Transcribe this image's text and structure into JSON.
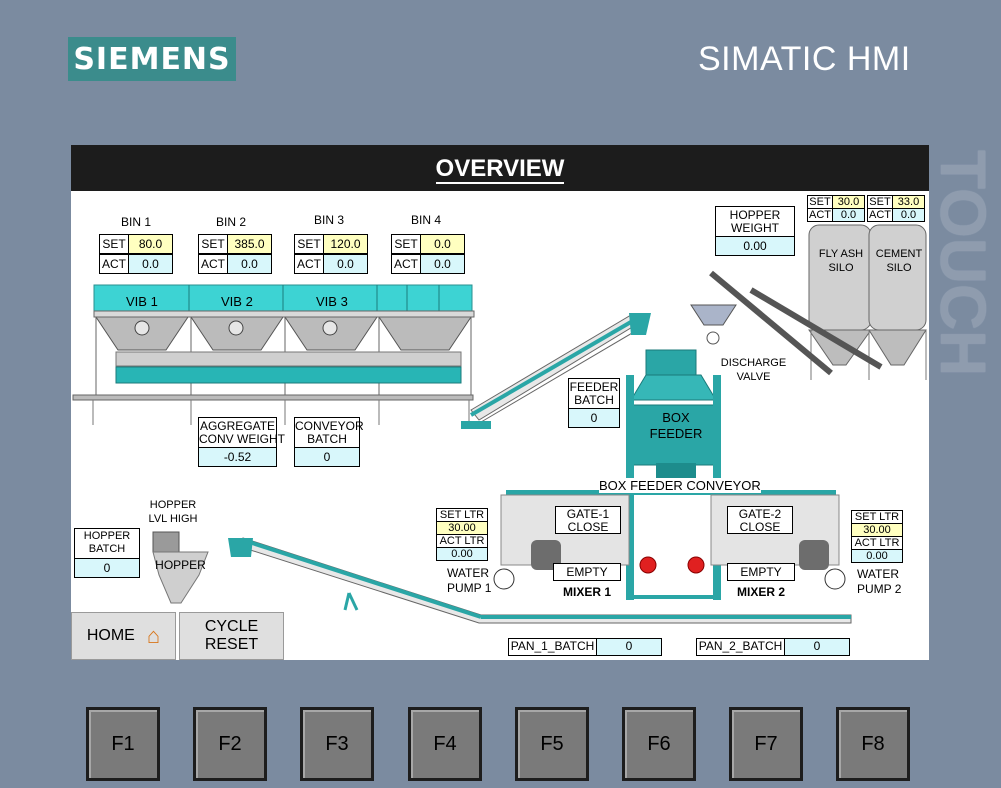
{
  "brand": {
    "logo": "SIEMENS",
    "product": "SIMATIC HMI",
    "touch": "TOUCH"
  },
  "screen": {
    "title": "OVERVIEW"
  },
  "bins": [
    {
      "name": "BIN 1",
      "set_label": "SET",
      "set": "80.0",
      "act_label": "ACT",
      "act": "0.0",
      "vib": "VIB 1"
    },
    {
      "name": "BIN 2",
      "set_label": "SET",
      "set": "385.0",
      "act_label": "ACT",
      "act": "0.0",
      "vib": "VIB 2"
    },
    {
      "name": "BIN 3",
      "set_label": "SET",
      "set": "120.0",
      "act_label": "ACT",
      "act": "0.0",
      "vib": "VIB 3"
    },
    {
      "name": "BIN 4",
      "set_label": "SET",
      "set": "0.0",
      "act_label": "ACT",
      "act": "0.0",
      "vib": ""
    }
  ],
  "aggregate": {
    "label1": "AGGREGATE",
    "label2": "CONV WEIGHT",
    "value": "-0.52"
  },
  "conveyor_batch": {
    "label1": "CONVEYOR",
    "label2": "BATCH",
    "value": "0"
  },
  "feeder_batch": {
    "label1": "FEEDER",
    "label2": "BATCH",
    "value": "0"
  },
  "box_feeder": {
    "label1": "BOX",
    "label2": "FEEDER",
    "conveyor": "BOX FEEDER CONVEYOR"
  },
  "hopper_weight": {
    "label1": "HOPPER",
    "label2": "WEIGHT",
    "value": "0.00"
  },
  "silos": {
    "fly_ash": {
      "line1": "FLY ASH",
      "line2": "SILO",
      "set_label": "SET",
      "set": "30.0",
      "act_label": "ACT",
      "act": "0.0"
    },
    "cement": {
      "line1": "CEMENT",
      "line2": "SILO",
      "set_label": "SET",
      "set": "33.0",
      "act_label": "ACT",
      "act": "0.0"
    }
  },
  "discharge": {
    "line1": "DISCHARGE",
    "line2": "VALVE"
  },
  "hopper": {
    "lvl1": "HOPPER",
    "lvl2": "LVL HIGH",
    "name": "HOPPER",
    "batch1": "HOPPER",
    "batch2": "BATCH",
    "batch_value": "0"
  },
  "water1": {
    "set_label": "SET LTR",
    "set": "30.00",
    "act_label": "ACT LTR",
    "act": "0.00",
    "pump1": "WATER",
    "pump2": "PUMP 1"
  },
  "water2": {
    "set_label": "SET LTR",
    "set": "30.00",
    "act_label": "ACT LTR",
    "act": "0.00",
    "pump1": "WATER",
    "pump2": "PUMP 2"
  },
  "mixer1": {
    "gate1": "GATE-1",
    "gate2": "CLOSE",
    "status": "EMPTY",
    "name": "MIXER 1"
  },
  "mixer2": {
    "gate1": "GATE-2",
    "gate2": "CLOSE",
    "status": "EMPTY",
    "name": "MIXER 2"
  },
  "pan1": {
    "label": "PAN_1_BATCH",
    "value": "0"
  },
  "pan2": {
    "label": "PAN_2_BATCH",
    "value": "0"
  },
  "buttons": {
    "home": "HOME",
    "cycle1": "CYCLE",
    "cycle2": "RESET"
  },
  "fkeys": [
    "F1",
    "F2",
    "F3",
    "F4",
    "F5",
    "F6",
    "F7",
    "F8"
  ],
  "colors": {
    "teal": "#2aa6a6",
    "cyan_fill": "#d8f7fb",
    "set_fill": "#ffffc0",
    "header": "#1c1c1c",
    "logo": "#3b8c8c",
    "bezel": "#7b8ba0"
  }
}
